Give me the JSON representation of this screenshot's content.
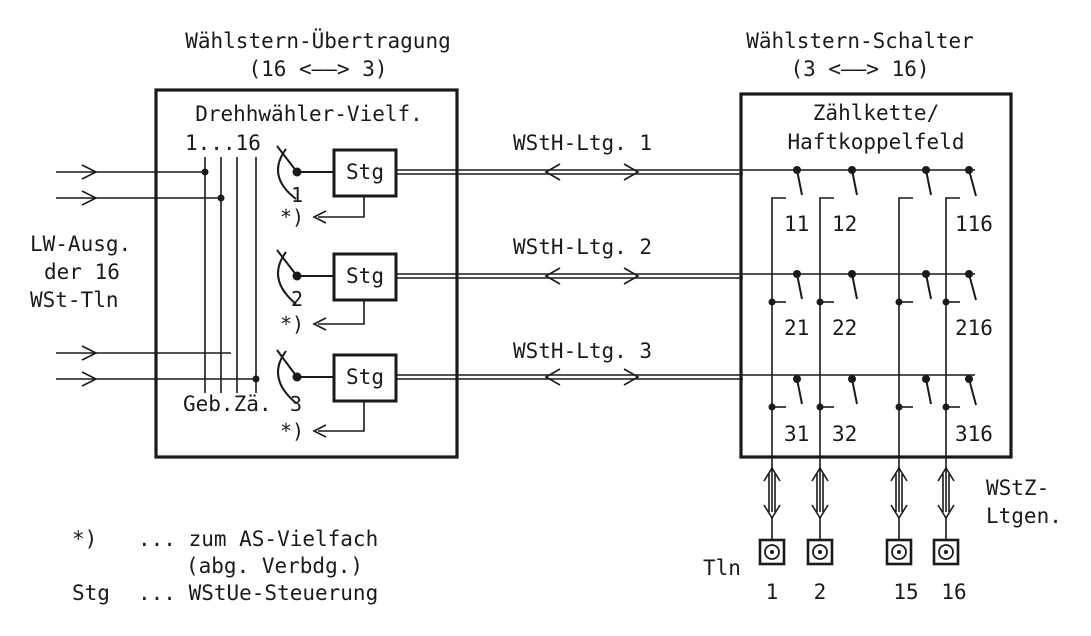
{
  "left_block": {
    "title": "Wählstern-Übertragung",
    "subtitle": "(16 <——> 3)",
    "header": "Drehhwähler-Vielf.",
    "range_label": "1...16",
    "counter_label": "Geb.Zä.",
    "controller_label": "Stg",
    "rotary_numbers": [
      "1",
      "2",
      "3"
    ],
    "asterisk_mark": "*)"
  },
  "right_block": {
    "title": "Wählstern-Schalter",
    "subtitle": "(3 <——> 16)",
    "header_line1": "Zählkette/",
    "header_line2": "Haftkoppelfeld",
    "cells": [
      [
        "11",
        "12",
        "116"
      ],
      [
        "21",
        "22",
        "216"
      ],
      [
        "31",
        "32",
        "316"
      ]
    ]
  },
  "lines": [
    "WStH-Ltg. 1",
    "WStH-Ltg. 2",
    "WStH-Ltg. 3"
  ],
  "inputs_label": [
    "LW-Ausg.",
    "der 16",
    "WSt-Tln"
  ],
  "outputs_label": [
    "WStZ-",
    "Ltgen."
  ],
  "subscribers": {
    "prefix": "Tln",
    "numbers": [
      "1",
      "2",
      "15",
      "16"
    ]
  },
  "legend": [
    {
      "key": "*)",
      "text": "... zum AS-Vielfach"
    },
    {
      "key": "",
      "text": "(abg. Verbdg.)"
    },
    {
      "key": "Stg",
      "text": "... WStUe-Steuerung"
    }
  ]
}
